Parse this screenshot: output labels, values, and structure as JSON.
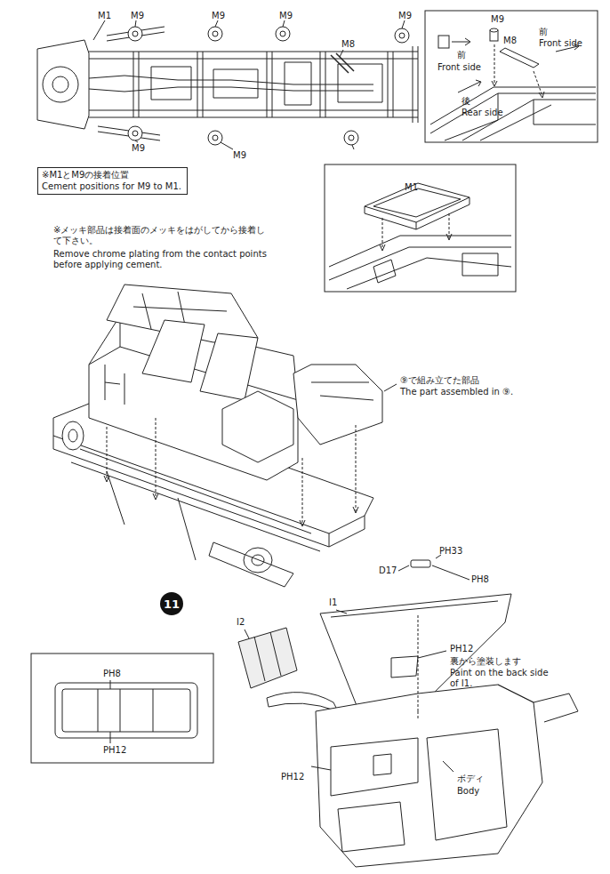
{
  "diagram": {
    "nodes": [
      {
        "text": [
          "※M1とM9の接着位置",
          "Cement positions for M9 to M1."
        ]
      },
      {
        "text": [
          "11"
        ]
      }
    ],
    "labels": [
      "M1",
      "M9",
      "M9",
      "M9",
      "M8",
      "M9",
      "M9",
      "M9",
      "M9",
      "M8",
      "前",
      "Front side",
      "前",
      "Front side",
      "後",
      "Rear side",
      "M1",
      "※メッキ部品は接着面のメッキをはがしてから接着して下さい。",
      "Remove chrome plating from the contact points before applying cement.",
      "⑨で組み立てた部品",
      "The part assembled in ⑨.",
      "PH33",
      "D17",
      "PH8",
      "I1",
      "I2",
      "PH12",
      "裏から塗装します",
      "Paint on the back side of I1.",
      "PH8",
      "PH12",
      "PH12",
      "ボディ",
      "Body"
    ]
  }
}
